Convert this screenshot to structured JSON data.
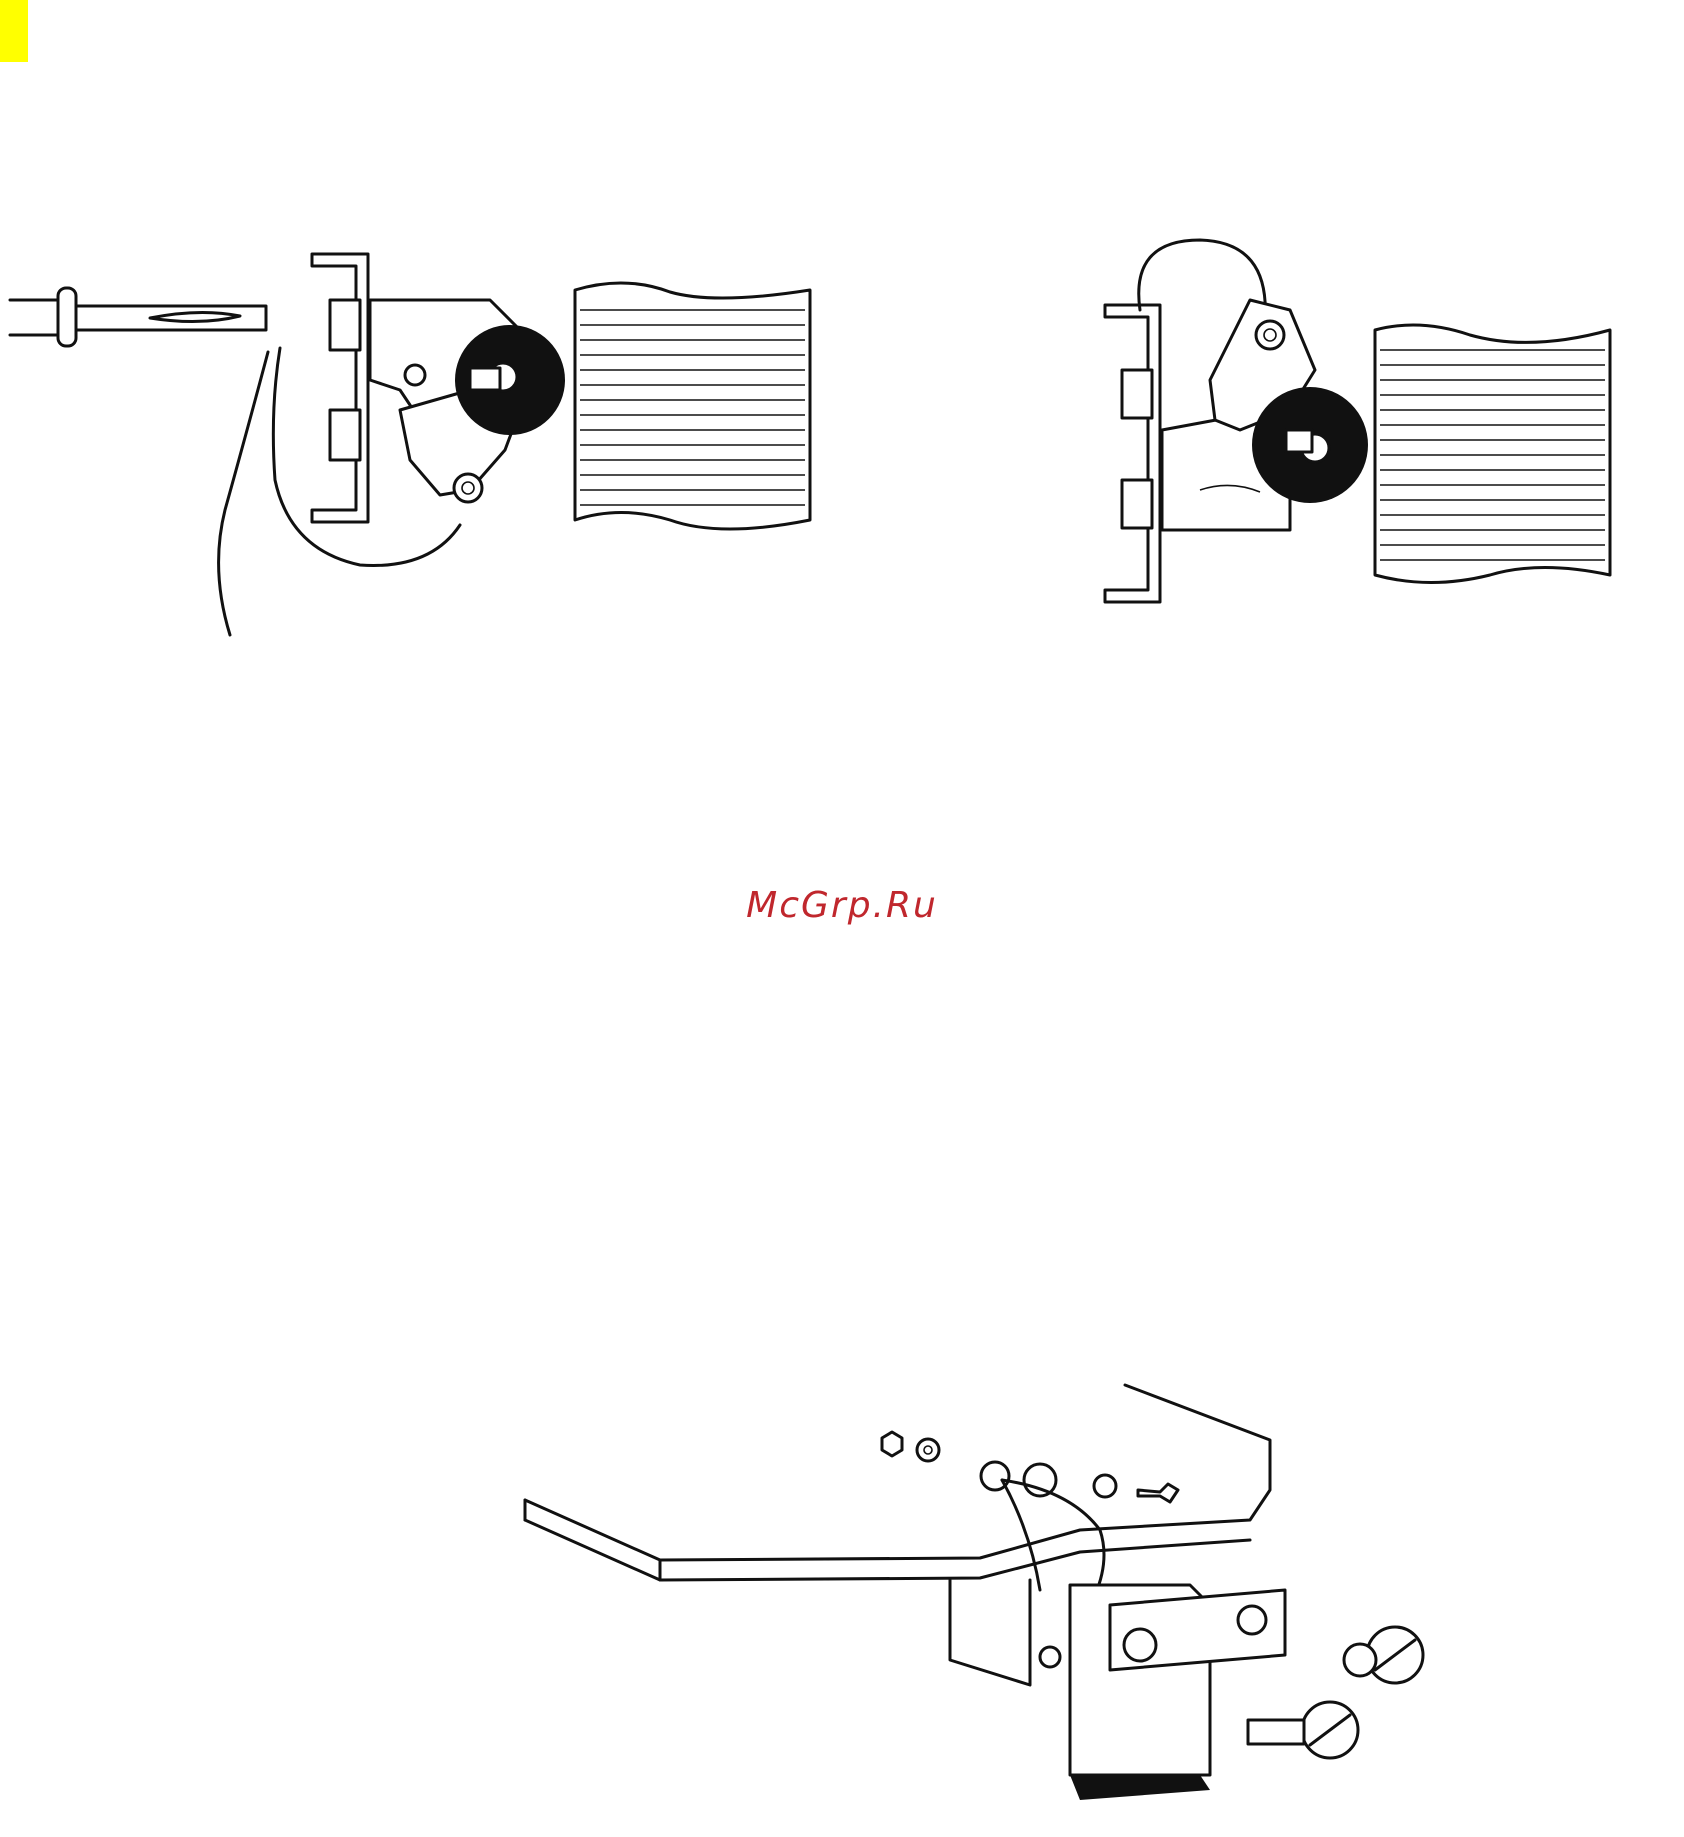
{
  "page": {
    "marker_color": "#ffff00",
    "watermark": {
      "text": "McGrp.Ru",
      "color": "#c0272d"
    }
  },
  "figures": [
    {
      "id": "figure-1",
      "icon": "burner-flame-sensing-rod-icon"
    },
    {
      "id": "figure-2",
      "icon": "burner-ignitor-installed-icon"
    },
    {
      "id": "figure-3",
      "icon": "ignitor-mounting-exploded-icon"
    }
  ]
}
